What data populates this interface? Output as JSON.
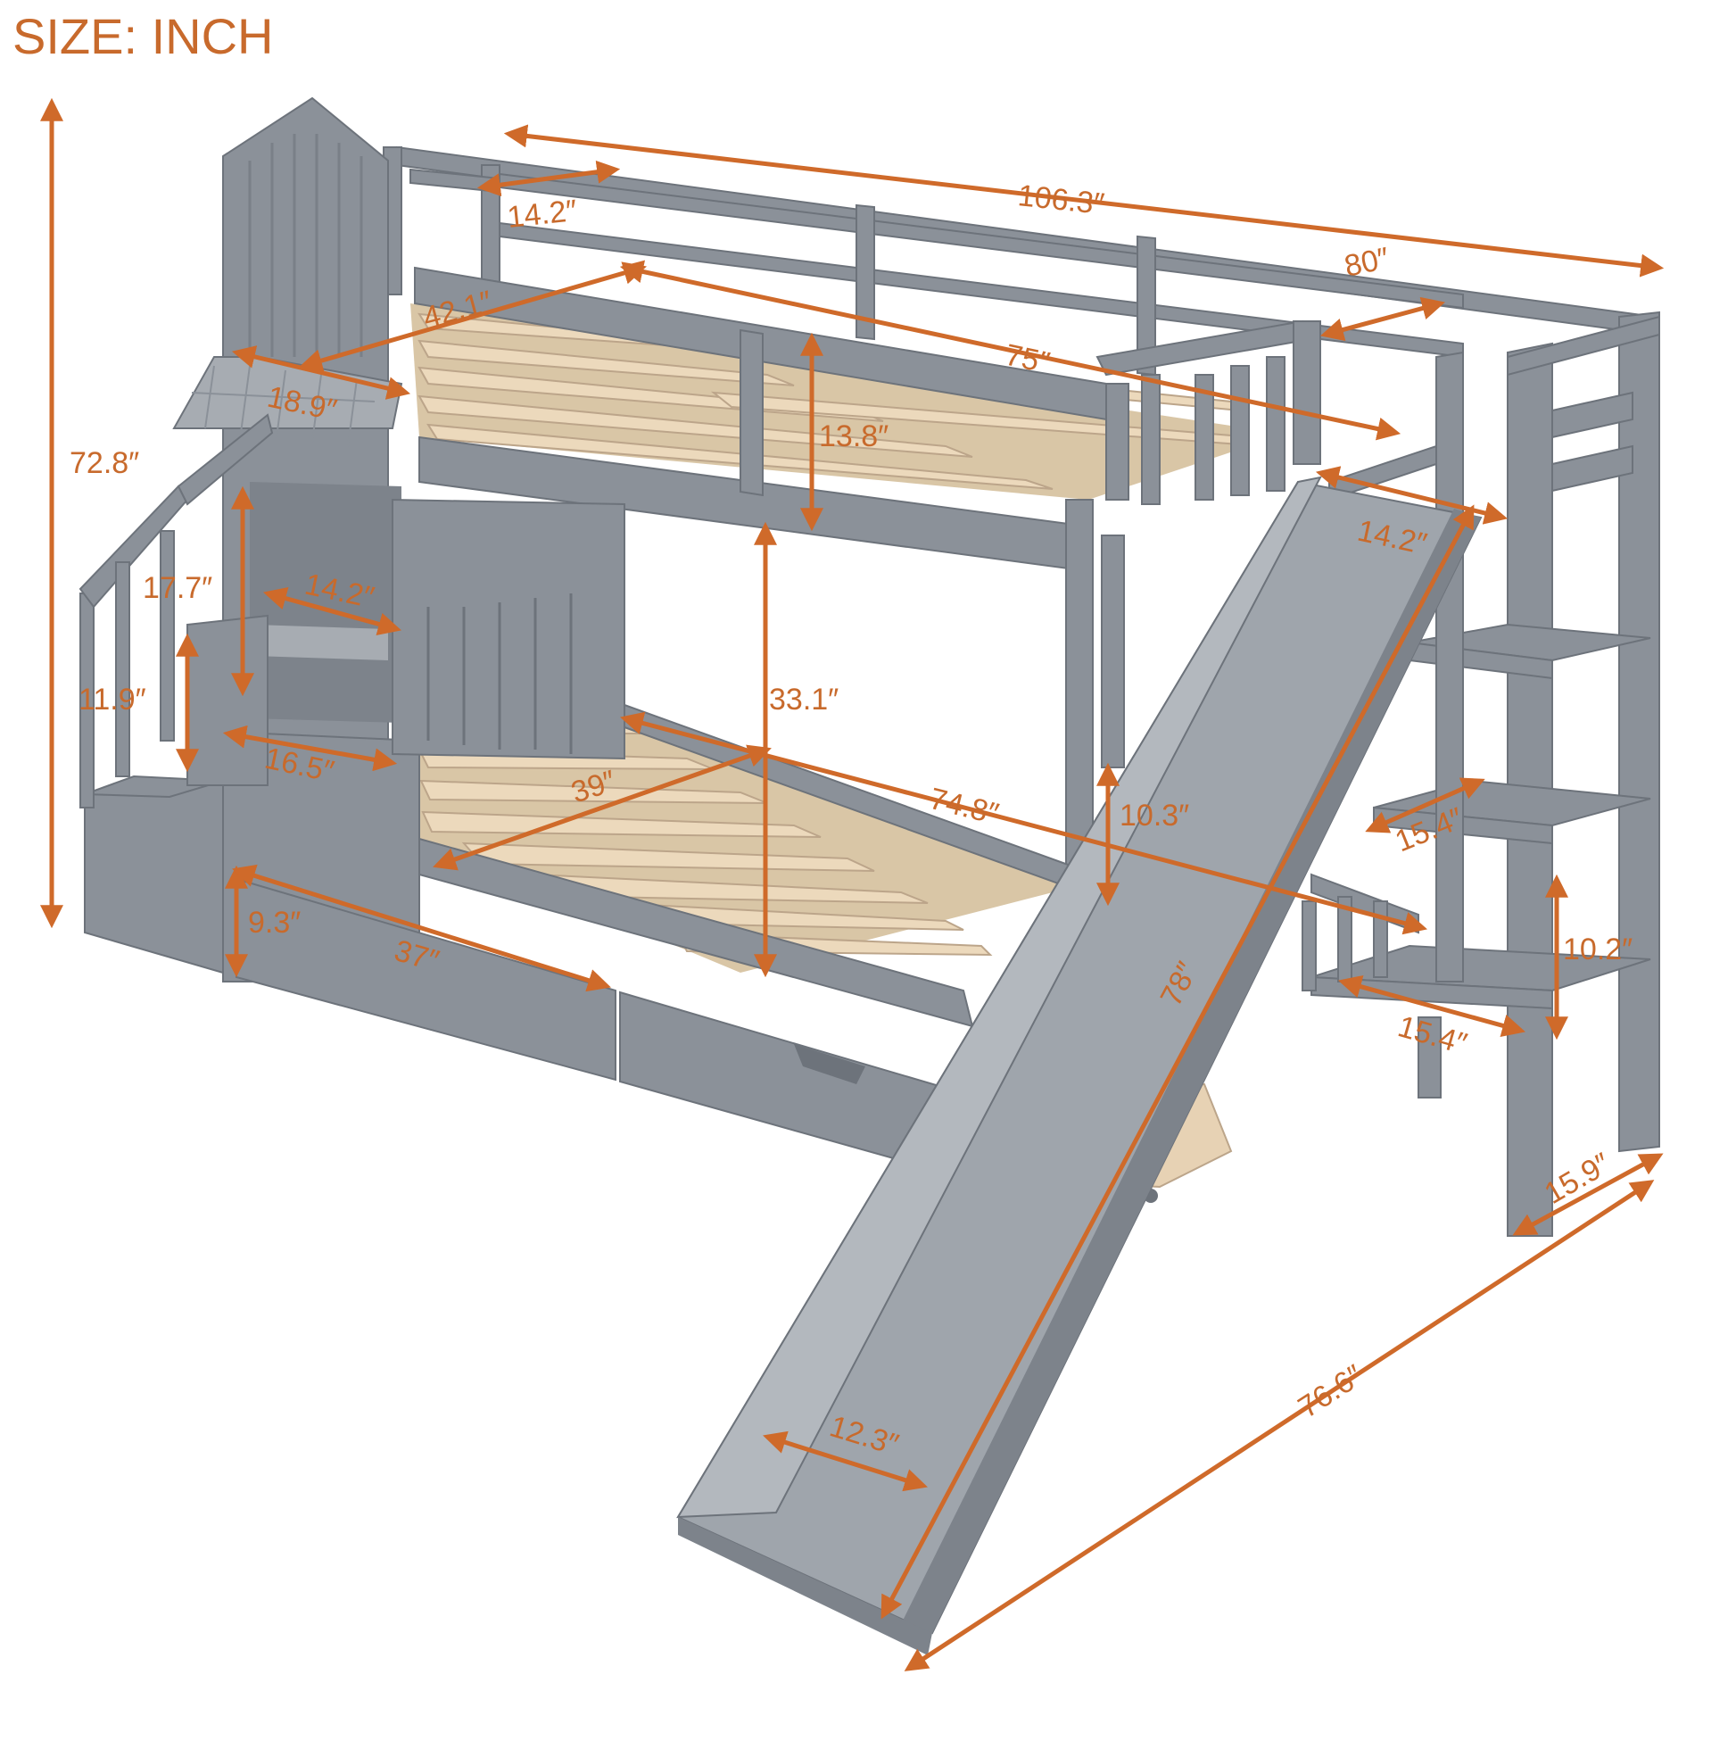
{
  "header": {
    "size_label": "SIZE: INCH"
  },
  "colors": {
    "accent": "#cf6a2a",
    "wood_frame": "#8b9199",
    "wood_frame_dark": "#6d737b",
    "wood_frame_light": "#a7acb2",
    "slat": "#e7d2b4",
    "slide": "#9fa5ac"
  },
  "dimensions": {
    "d_72_8": "72.8″",
    "d_106_3": "106.3″",
    "d_14_2_top": "14.2″",
    "d_42_1": "42.1″",
    "d_75": "75″",
    "d_80": "80″",
    "d_18_9": "18.9″",
    "d_13_8": "13.8″",
    "d_14_2_slide": "14.2″",
    "d_17_7": "17.7″",
    "d_14_2_window": "14.2″",
    "d_11_9": "11.9″",
    "d_16_5": "16.5″",
    "d_33_1": "33.1″",
    "d_39": "39″",
    "d_74_8": "74.8″",
    "d_10_3": "10.3″",
    "d_15_4_upper": "15.4″",
    "d_9_3": "9.3″",
    "d_37": "37″",
    "d_78": "78″",
    "d_10_2": "10.2″",
    "d_15_4_lower": "15.4″",
    "d_15_9": "15.9″",
    "d_76_6": "76.6″",
    "d_12_3": "12.3″"
  }
}
